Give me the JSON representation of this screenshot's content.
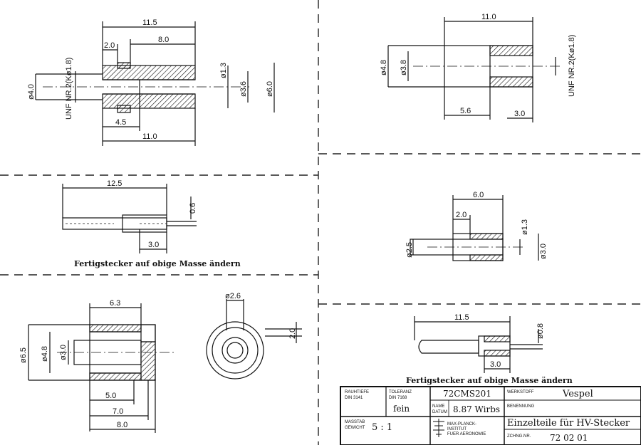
{
  "views": {
    "top_left": {
      "dims": {
        "overall_top": "11.5",
        "inner": "8.0",
        "step": "2.0",
        "bottom_left": "4.5",
        "bottom_total": "11.0",
        "dia_1_3": "ø1.3",
        "dia_3_6": "ø3.6",
        "dia_6_0": "ø6.0",
        "dia_4_0": "ø4.0"
      },
      "thread": "UNF NR.2(Kø1.8)"
    },
    "top_right": {
      "dims": {
        "overall": "11.0",
        "left": "5.6",
        "right": "3.0",
        "dia_4_8": "ø4.8",
        "dia_3_8": "ø3.8"
      },
      "thread": "UNF NR.2(Kø1.8)"
    },
    "mid_left": {
      "dims": {
        "length": "12.5",
        "pin": "0.6",
        "socket": "3.0"
      },
      "note": "Fertigstecker auf obige Masse ändern"
    },
    "mid_right": {
      "dims": {
        "length": "6.0",
        "step": "2.0",
        "dia_1_3": "ø1.3",
        "dia_2_5": "ø2.5",
        "dia_3_0": "ø3.0"
      }
    },
    "bottom_left": {
      "dims": {
        "top": "6.3",
        "dia_6_5": "ø6.5",
        "dia_4_8": "ø4.8",
        "dia_3_0": "ø3.0",
        "d5_0": "5.0",
        "d7_0": "7.0",
        "d8_0": "8.0"
      }
    },
    "bottom_circle": {
      "dims": {
        "dia_2_6": "ø2.6",
        "d2_0": "2.0"
      }
    },
    "bottom_right": {
      "dims": {
        "length": "11.5",
        "dia_0_8": "ø0.8",
        "socket": "3.0"
      },
      "note": "Fertigstecker auf obige Masse ändern"
    }
  },
  "title_block": {
    "rauhtiefe_label": "RAUHTIEFE",
    "rauhtiefe_norm": "DIN 3141",
    "toleranz_label": "TOLERANZ",
    "toleranz_norm": "DIN 7168",
    "toleranz_value": "fein",
    "drawing_id": "72CMS201",
    "name_label": "NAME",
    "datum_label": "DATUM",
    "name_value": "8.87 Wirbs",
    "werkstoff_label": "WERKSTOFF",
    "werkstoff_value": "Vespel",
    "benennung_label": "BENENNUNG",
    "benennung_value": "Einzelteile für HV-Stecker",
    "massstab_label": "MASSTAB",
    "gewicht_label": "GEWICHT",
    "scale_value": "5 : 1",
    "institute_line1": "MAX-PLANCK-",
    "institute_line2": "INSTITUT",
    "institute_line3": "FUER AERONOMIE",
    "zeichnr_label": "ZCHNG.NR.",
    "zeichnr_value": "72 02 01"
  },
  "colors": {
    "ink": "#111111",
    "paper": "#ffffff"
  }
}
